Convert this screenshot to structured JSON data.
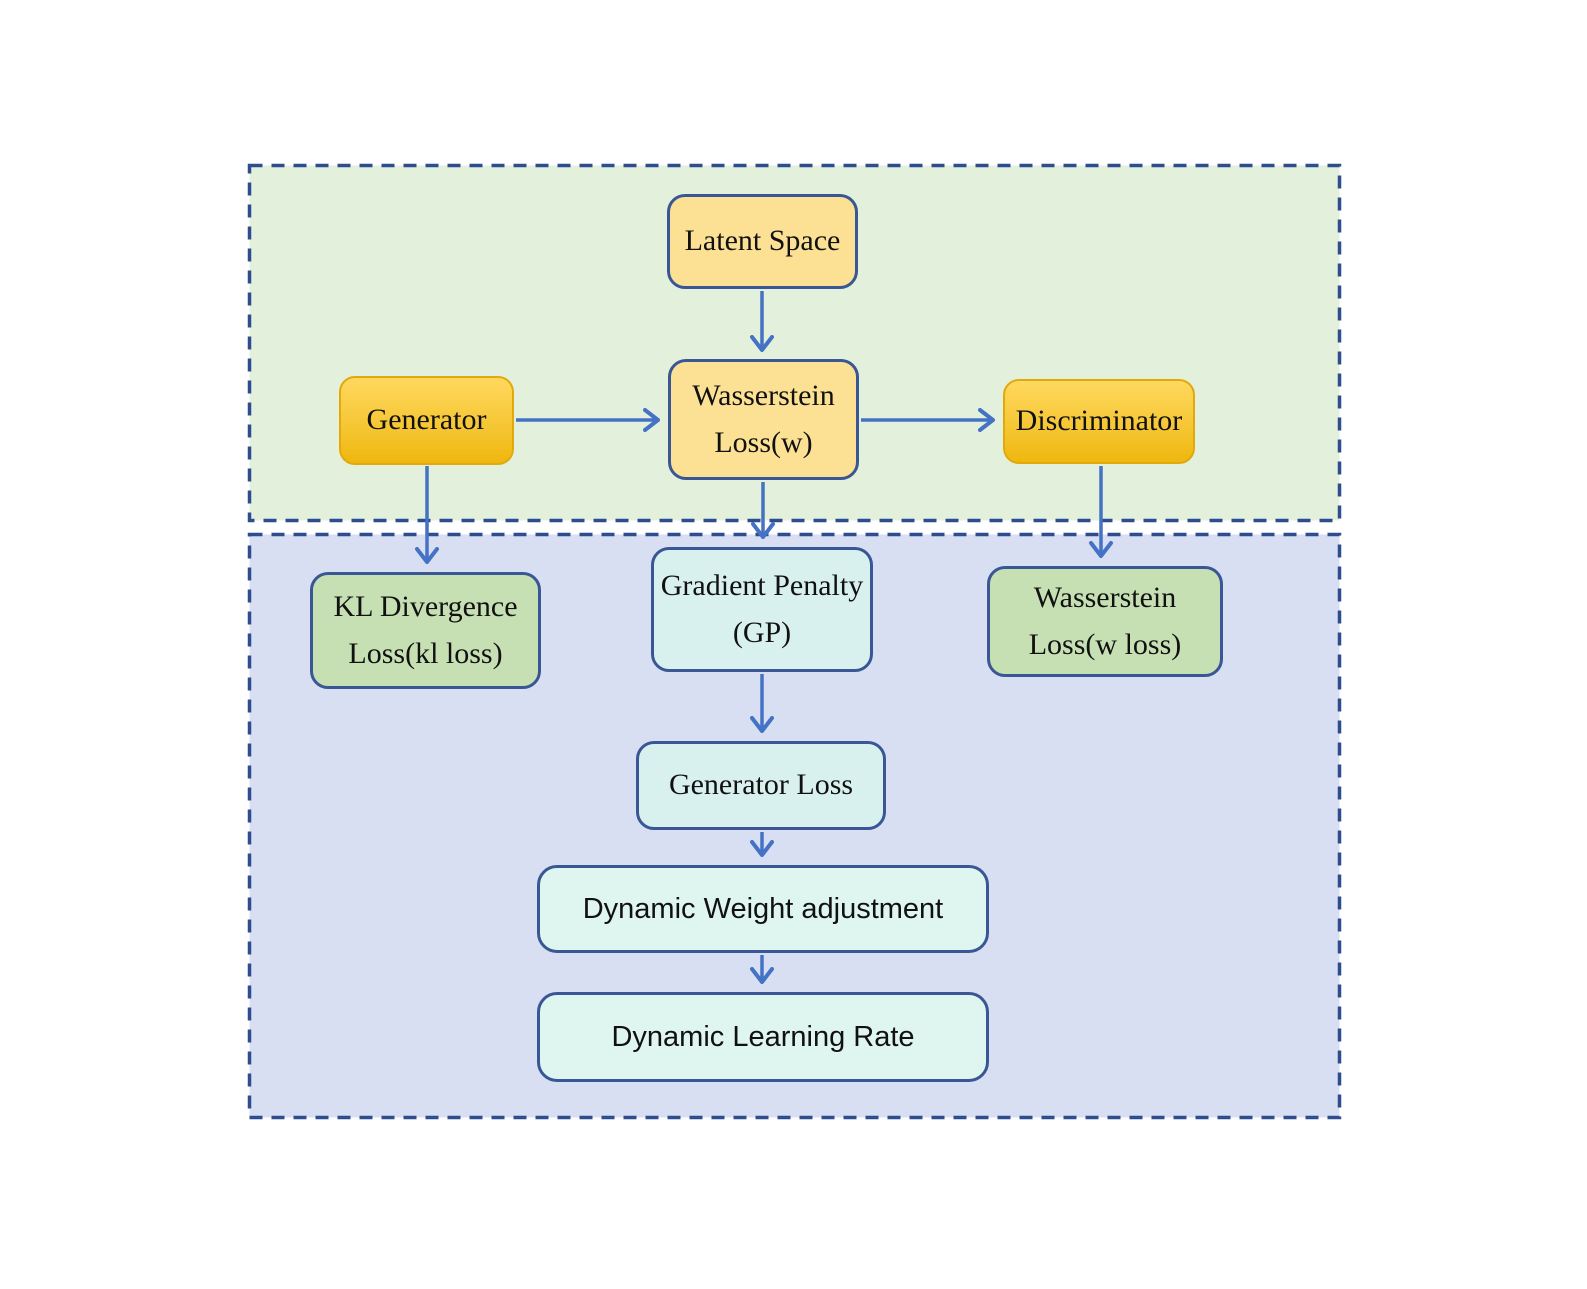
{
  "diagram": {
    "type": "flowchart",
    "sections": {
      "top": {
        "name": "gan-core-section"
      },
      "bottom": {
        "name": "loss-computation-section"
      }
    },
    "nodes": {
      "latent_space": {
        "label": "Latent Space"
      },
      "generator": {
        "label": "Generator"
      },
      "wasserstein_w": {
        "line1": "Wasserstein",
        "line2": "Loss(w)"
      },
      "discriminator": {
        "label": "Discriminator"
      },
      "kl_divergence": {
        "line1": "KL Divergence",
        "line2": "Loss(kl loss)"
      },
      "gradient_penalty": {
        "line1": "Gradient Penalty",
        "line2": "(GP)"
      },
      "wasserstein_w_loss": {
        "line1": "Wasserstein",
        "line2": "Loss(w loss)"
      },
      "generator_loss": {
        "label": "Generator Loss"
      },
      "dynamic_weight_adjustment": {
        "label": "Dynamic Weight adjustment"
      },
      "dynamic_learning_rate": {
        "label": "Dynamic Learning Rate"
      }
    },
    "edges": [
      {
        "from": "latent_space",
        "to": "wasserstein_w"
      },
      {
        "from": "generator",
        "to": "wasserstein_w"
      },
      {
        "from": "wasserstein_w",
        "to": "discriminator"
      },
      {
        "from": "generator",
        "to": "kl_divergence"
      },
      {
        "from": "wasserstein_w",
        "to": "gradient_penalty"
      },
      {
        "from": "discriminator",
        "to": "wasserstein_w_loss"
      },
      {
        "from": "gradient_penalty",
        "to": "generator_loss"
      },
      {
        "from": "generator_loss",
        "to": "dynamic_weight_adjustment"
      },
      {
        "from": "dynamic_weight_adjustment",
        "to": "dynamic_learning_rate"
      }
    ],
    "colors": {
      "section_top_bg": "#E3F0DB",
      "section_bottom_bg": "#D9DFF3",
      "section_border": "#2E4D8E",
      "node_border_blue": "#3A5795",
      "node_gold_light": "#FCE194",
      "node_gold_gradient_top": "#FFD85E",
      "node_gold_gradient_bottom": "#EFB70E",
      "node_gold_border": "#E2A90C",
      "node_green": "#C6E0B4",
      "node_cyan": "#D9F1EE",
      "arrow": "#4472C4",
      "text": "#111111"
    }
  }
}
